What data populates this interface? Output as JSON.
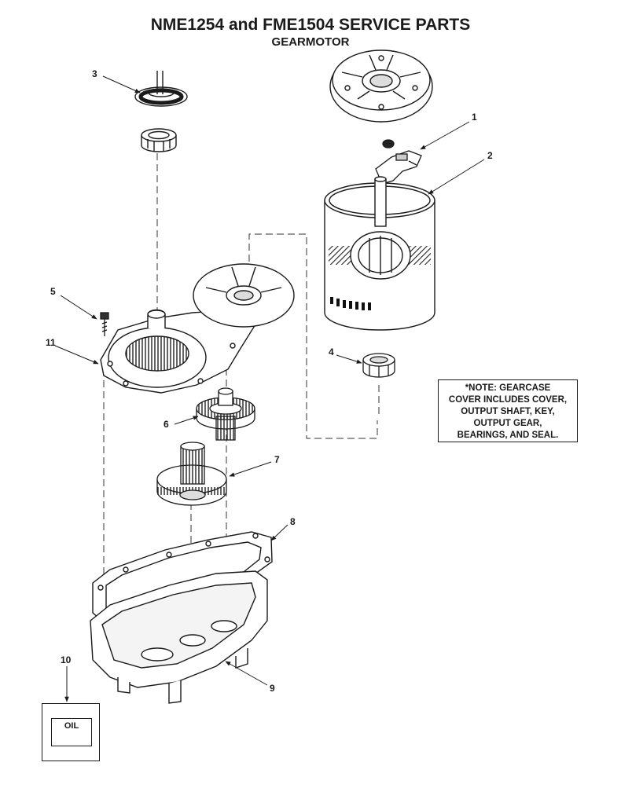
{
  "header": {
    "title": "NME1254 and FME1504 SERVICE PARTS",
    "subtitle": "GEARMOTOR"
  },
  "callouts": [
    "1",
    "2",
    "3",
    "4",
    "5",
    "6",
    "7",
    "8",
    "9",
    "10",
    "11"
  ],
  "note": {
    "lines": [
      "*NOTE:  GEARCASE",
      "COVER INCLUDES COVER,",
      "OUTPUT SHAFT, KEY,",
      "OUTPUT GEAR,",
      "BEARINGS, AND SEAL."
    ]
  },
  "oil": {
    "label": "OIL"
  }
}
